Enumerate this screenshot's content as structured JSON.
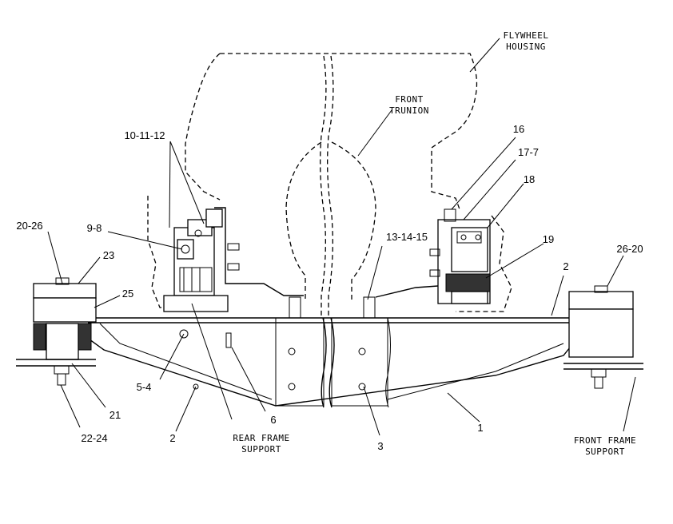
{
  "captions": {
    "flywheel_housing": [
      "FLYWHEEL",
      "HOUSING"
    ],
    "front_trunion": [
      "FRONT",
      "TRUNION"
    ],
    "rear_frame_support": [
      "REAR FRAME",
      "SUPPORT"
    ],
    "front_frame_support": [
      "FRONT FRAME",
      "SUPPORT"
    ]
  },
  "callouts": {
    "c_10_11_12": "10-11-12",
    "c_9_8": "9-8",
    "c_20_26": "20-26",
    "c_23": "23",
    "c_25": "25",
    "c_21": "21",
    "c_22_24": "22-24",
    "c_5_4": "5-4",
    "c_2_left": "2",
    "c_6": "6",
    "c_3": "3",
    "c_13_14_15": "13-14-15",
    "c_16": "16",
    "c_17_7": "17-7",
    "c_18": "18",
    "c_19": "19",
    "c_2_right": "2",
    "c_26_20": "26-20",
    "c_1": "1"
  }
}
